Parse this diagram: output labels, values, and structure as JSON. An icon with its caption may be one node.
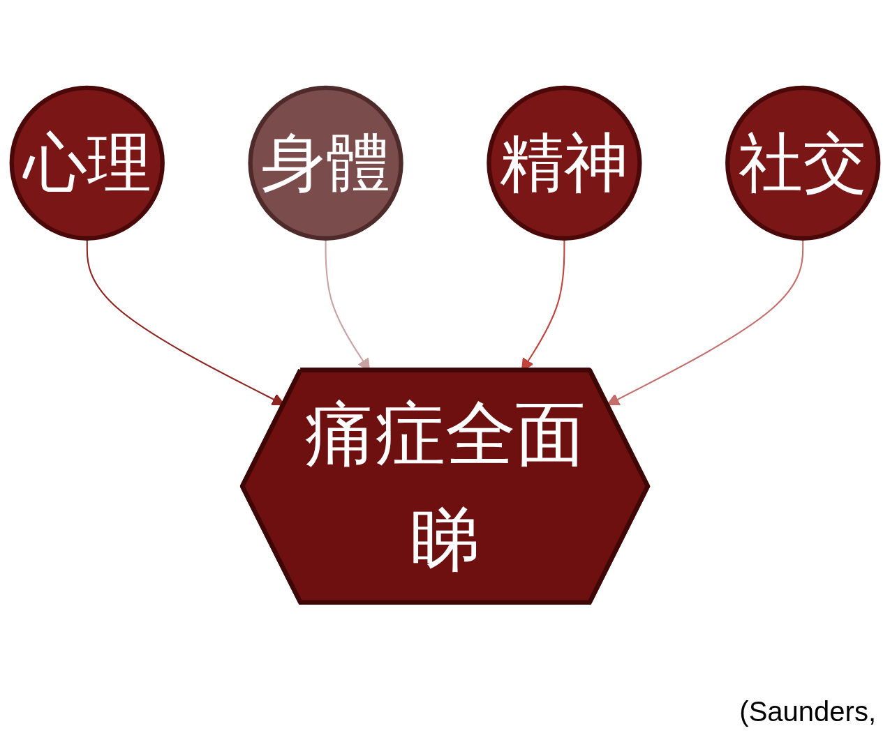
{
  "diagram": {
    "nodes": [
      {
        "text": [
          "心理"
        ]
      },
      {
        "text": [
          "身體"
        ]
      },
      {
        "text": [
          "痛症全面睇"
        ]
      },
      {
        "text": [
          "精神"
        ]
      },
      {
        "text": [
          "社交"
        ]
      }
    ],
    "edges": [
      {
        "from": 0,
        "to": 2,
        "arrow": "to",
        "color": "#8e231f"
      },
      {
        "from": 1,
        "to": 2,
        "arrow": "to",
        "color": "#c9a3a3"
      },
      {
        "from": 3,
        "to": 2,
        "arrow": "to",
        "color": "#c0443e"
      },
      {
        "from": 4,
        "to": 2,
        "arrow": "to",
        "color": "#c46d6a"
      }
    ],
    "labels": [
      "(Saunders,"
    ]
  }
}
